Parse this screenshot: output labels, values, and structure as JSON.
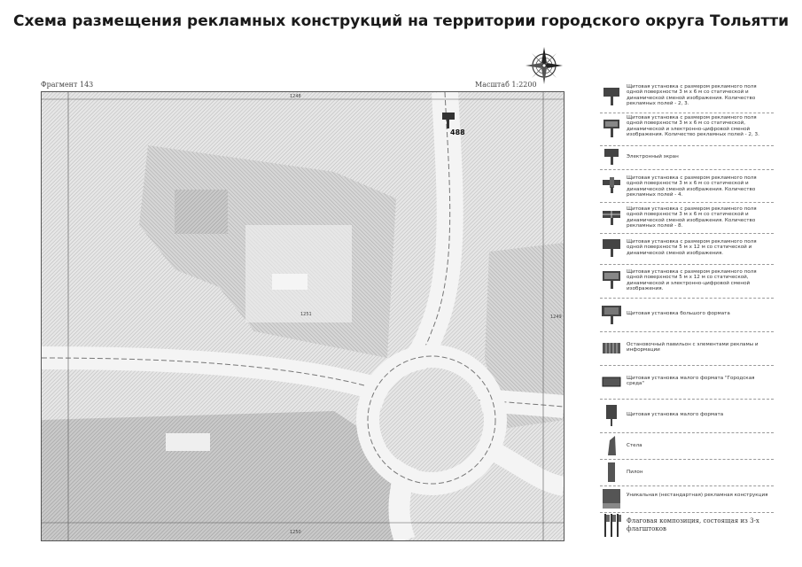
{
  "title": "Схема размещения рекламных конструкций на территории городского округа Тольятти",
  "fragment_label": "Фрагмент 143",
  "scale_label": "Масштаб 1:2200",
  "map": {
    "marker_label": "488",
    "grid_numbers": [
      "1248",
      "1249",
      "1250",
      "1251"
    ]
  },
  "legend": [
    {
      "icon": "billboard-3x6-static-icon",
      "text": "Щитовая установка с размером рекламного поля одной поверхности 3 м х 6 м со статической и динамической сменой изображения. Количество рекламных полей - 2, 3."
    },
    {
      "icon": "billboard-3x6-electronic-icon",
      "text": "Щитовая установка с размером рекламного поля одной поверхности 3 м х 6 м со статической, динамической и электронно-цифровой сменой изображения. Количество рекламных полей - 2, 3."
    },
    {
      "icon": "electronic-screen-icon",
      "text": "Электронный экран"
    },
    {
      "icon": "billboard-3x6-four-sided-icon",
      "text": "Щитовая установка с размером рекламного поля одной поверхности 3 м х 6 м со статической и динамической сменой изображения. Количество рекламных полей - 4."
    },
    {
      "icon": "billboard-3x6-eight-sided-icon",
      "text": "Щитовая установка с размером рекламного поля одной поверхности 3 м х 6 м со статической и динамической сменой изображения. Количество рекламных полей - 8."
    },
    {
      "icon": "billboard-5x12-static-icon",
      "text": "Щитовая установка с размером рекламного поля одной поверхности 5 м х 12 м со статической и динамической сменой изображения."
    },
    {
      "icon": "billboard-5x12-electronic-icon",
      "text": "Щитовая установка с размером рекламного поля одной поверхности 5 м х 12 м со статической, динамической и электронно-цифровой сменой изображения."
    },
    {
      "icon": "large-format-billboard-icon",
      "text": "Щитовая установка большого формата"
    },
    {
      "icon": "pavilion-icon",
      "text": "Остановочный павильон с элементами рекламы и информации"
    },
    {
      "icon": "citylight-icon",
      "text": "Щитовая установка малого формата \"Городская среда\""
    },
    {
      "icon": "small-format-billboard-icon",
      "text": "Щитовая установка малого формата"
    },
    {
      "icon": "stela-icon",
      "text": "Стела"
    },
    {
      "icon": "pylon-icon",
      "text": "Пилон"
    },
    {
      "icon": "unique-structure-icon",
      "text": "Уникальная (нестандартная) рекламная конструкция"
    },
    {
      "icon": "flag-composition-icon",
      "text": "Флаговая композиция, состоящая из 3-х флагштоков"
    }
  ]
}
